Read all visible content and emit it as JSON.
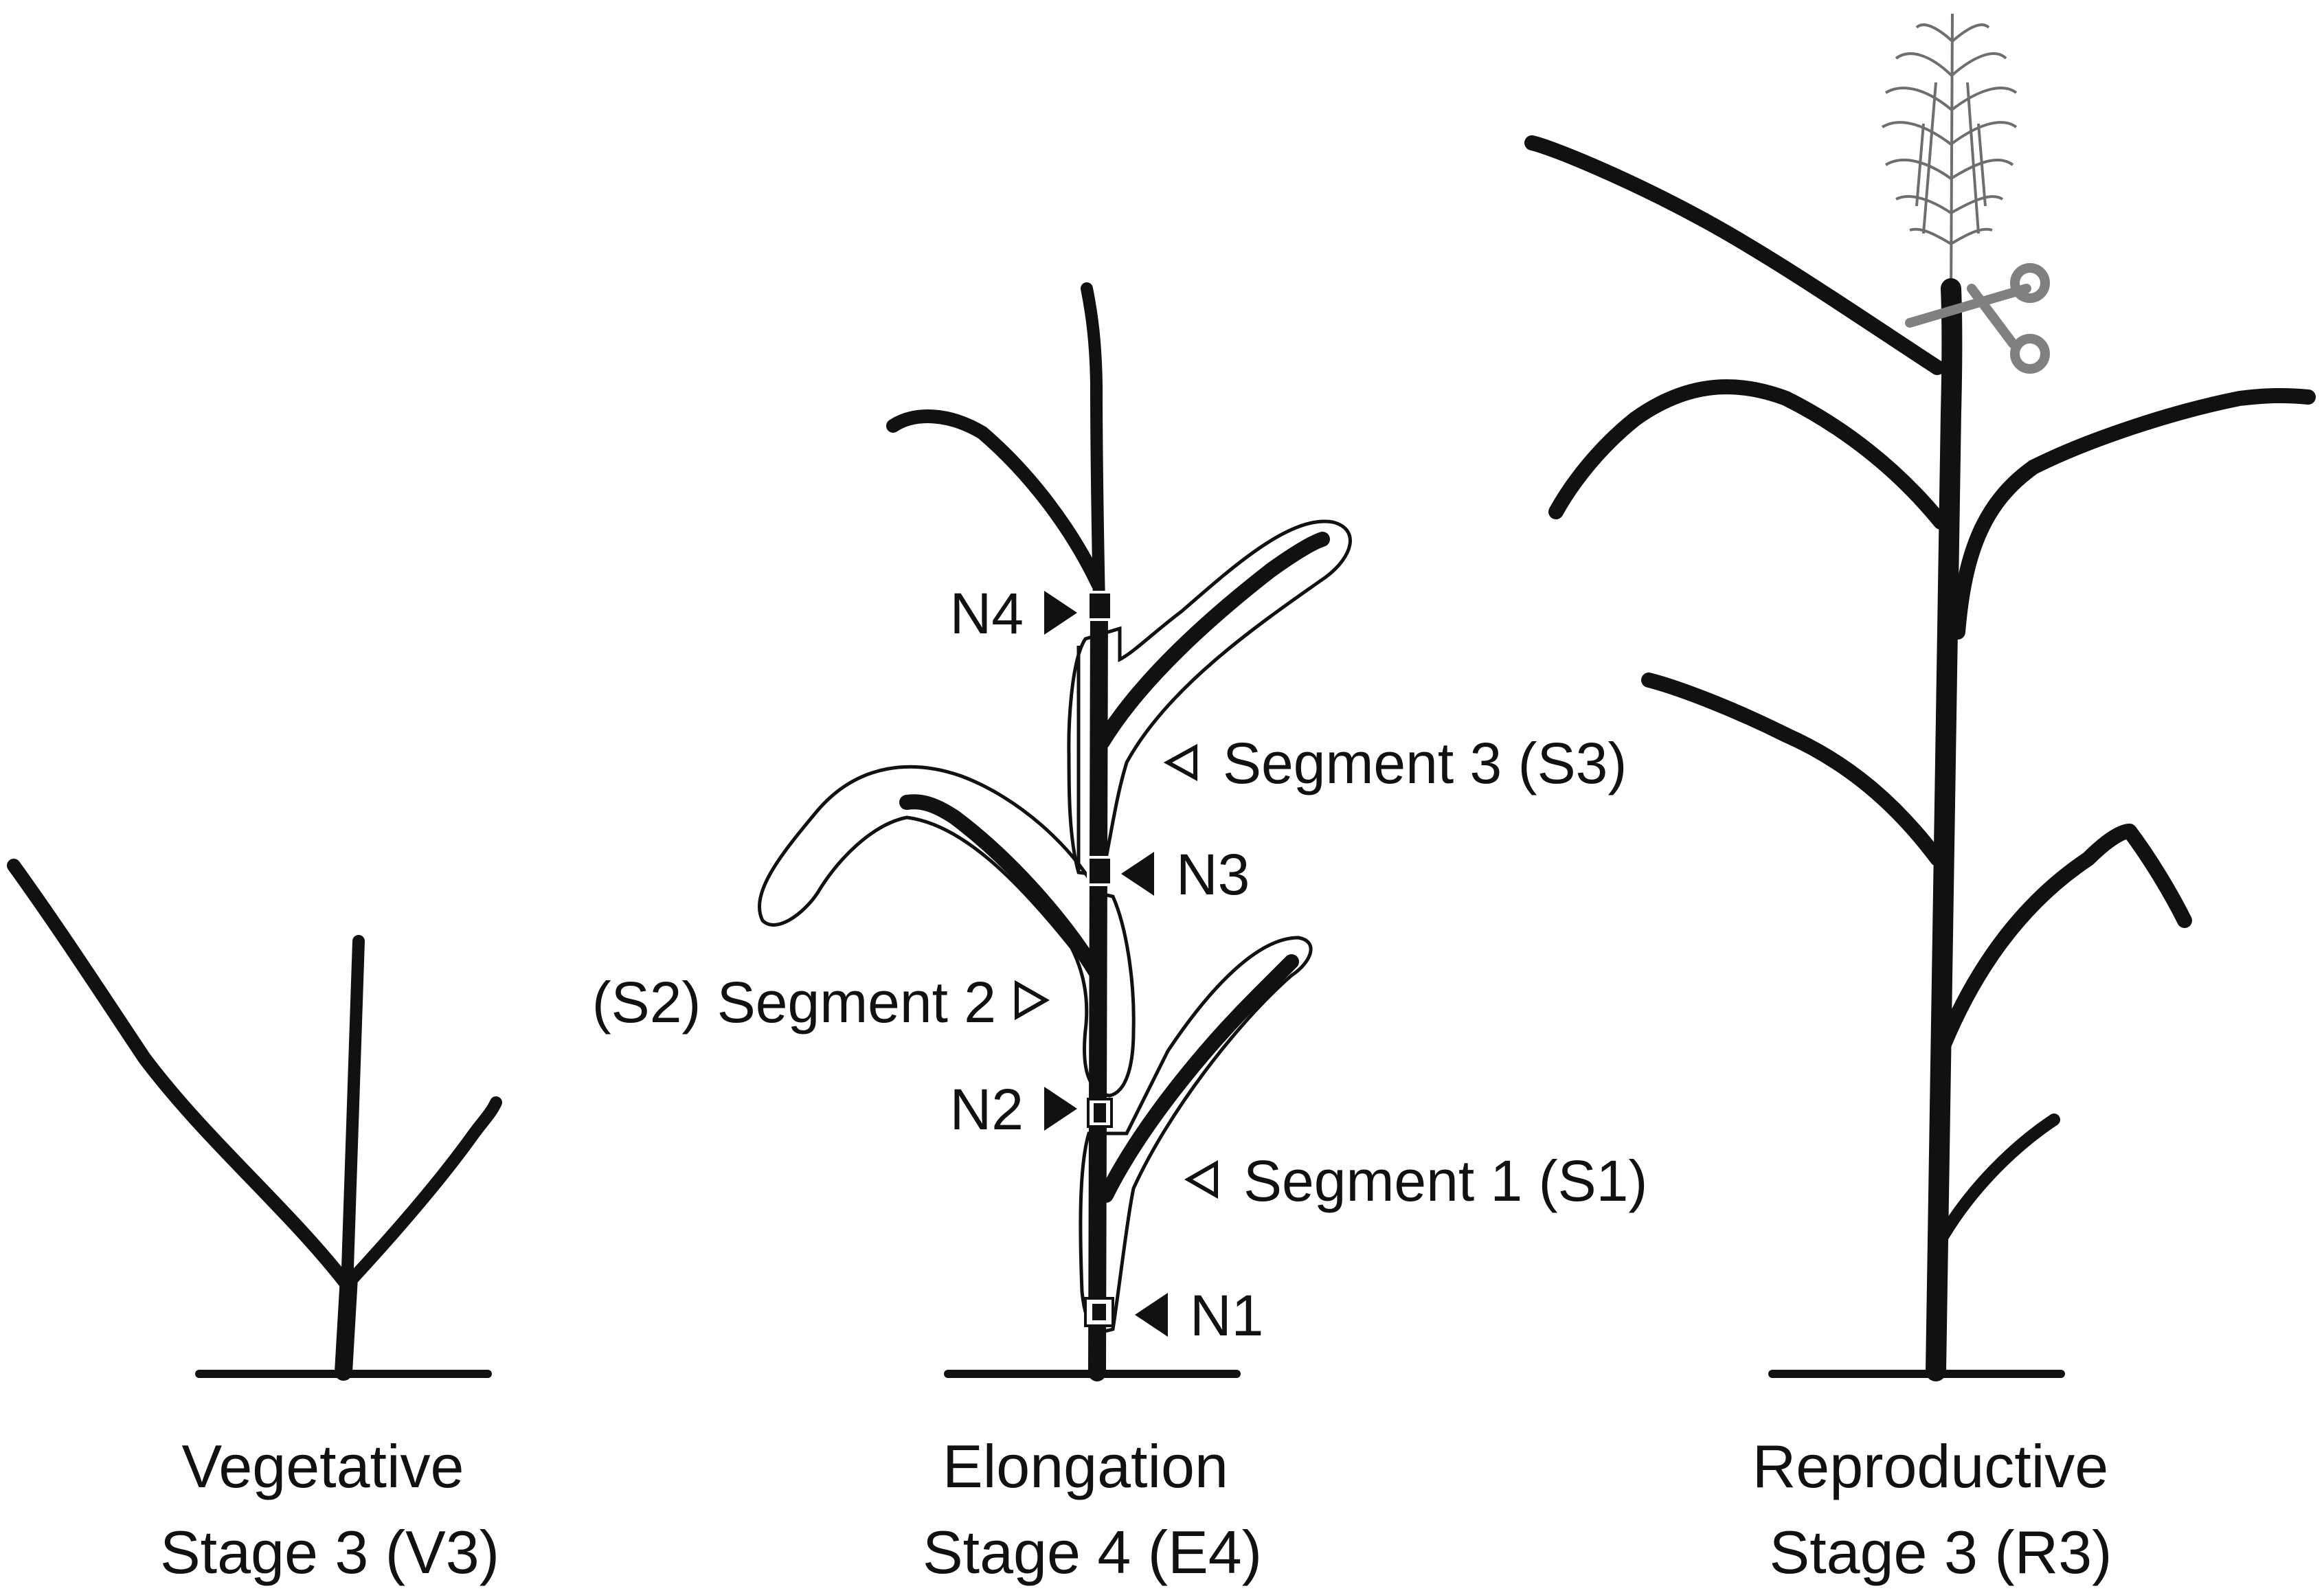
{
  "colors": {
    "ink": "#111111",
    "scissors": "#808080",
    "tassel": "#6e6e6e",
    "background": "#ffffff"
  },
  "stages": [
    {
      "line1": "Vegetative",
      "line2": "Stage 3 (V3)"
    },
    {
      "line1": "Elongation",
      "line2": "Stage 4 (E4)"
    },
    {
      "line1": "Reproductive",
      "line2": "Stage 3 (R3)"
    }
  ],
  "nodes": [
    "N1",
    "N2",
    "N3",
    "N4"
  ],
  "segments": {
    "s1": "Segment 1 (S1)",
    "s2": "(S2) Segment 2",
    "s3": "Segment 3 (S3)"
  },
  "icons": {
    "cut_marker": "scissors-icon",
    "node_pointer": "triangle-pointer-icon",
    "segment_pointer": "open-triangle-pointer-icon"
  }
}
